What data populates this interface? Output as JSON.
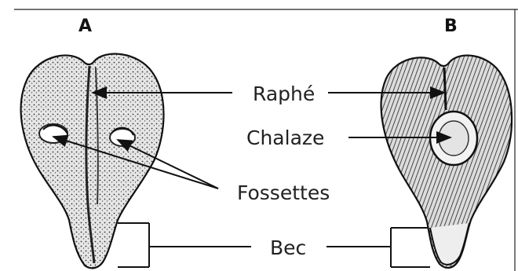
{
  "panels": {
    "a": "A",
    "b": "B"
  },
  "labels": {
    "raphe": "Raphé",
    "chalaze": "Chalaze",
    "fossettes": "Fossettes",
    "bec": "Bec"
  },
  "colors": {
    "ink": "#111111",
    "seed_fill": "#d9d9d9",
    "background": "#ffffff"
  }
}
